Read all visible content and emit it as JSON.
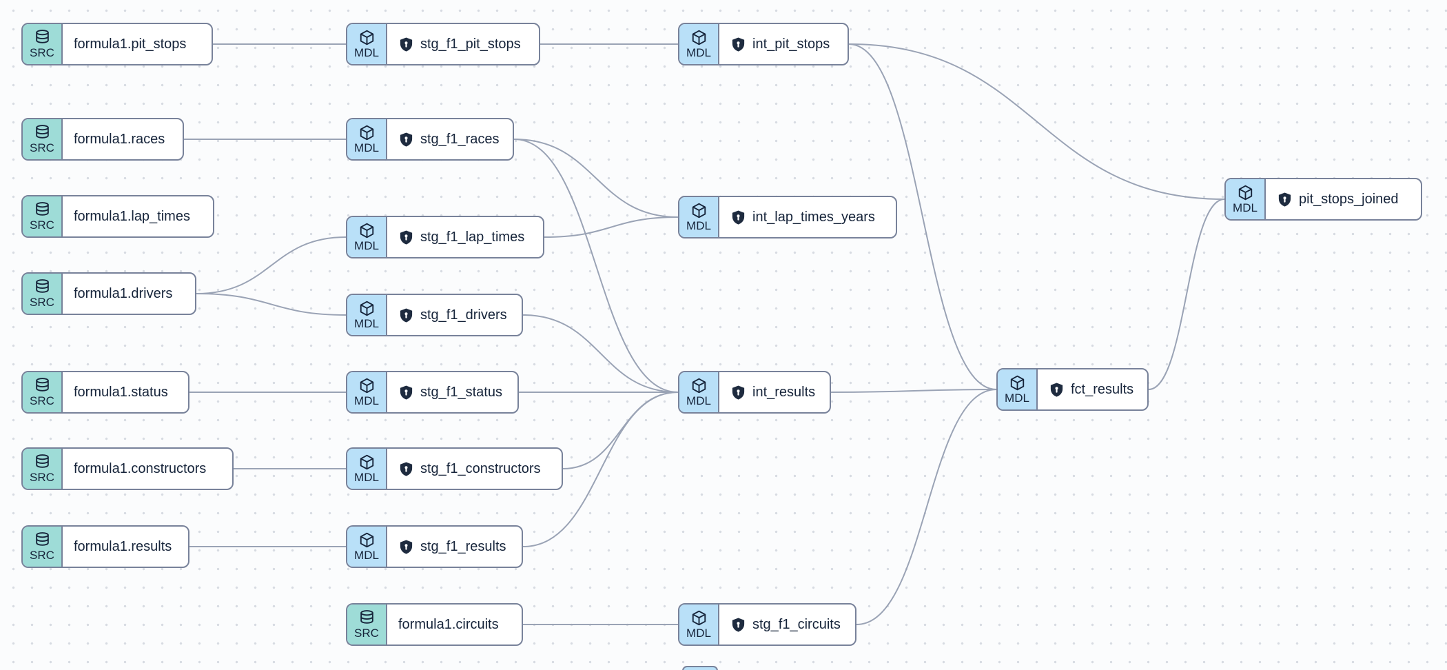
{
  "badge_labels": {
    "source": "SRC",
    "model": "MDL"
  },
  "colors": {
    "source_badge": "#9edcd7",
    "model_badge": "#b9e0f8",
    "node_border": "#78829a",
    "edge": "#9aa3b5",
    "text": "#16243a",
    "canvas_dot": "#d7dbe2"
  },
  "nodes": [
    {
      "id": "formula1.pit_stops",
      "label": "formula1.pit_stops",
      "type": "source"
    },
    {
      "id": "formula1.races",
      "label": "formula1.races",
      "type": "source"
    },
    {
      "id": "formula1.lap_times",
      "label": "formula1.lap_times",
      "type": "source"
    },
    {
      "id": "formula1.drivers",
      "label": "formula1.drivers",
      "type": "source"
    },
    {
      "id": "formula1.status",
      "label": "formula1.status",
      "type": "source"
    },
    {
      "id": "formula1.constructors",
      "label": "formula1.constructors",
      "type": "source"
    },
    {
      "id": "formula1.results",
      "label": "formula1.results",
      "type": "source"
    },
    {
      "id": "formula1.circuits",
      "label": "formula1.circuits",
      "type": "source"
    },
    {
      "id": "stg_f1_pit_stops",
      "label": "stg_f1_pit_stops",
      "type": "model"
    },
    {
      "id": "stg_f1_races",
      "label": "stg_f1_races",
      "type": "model"
    },
    {
      "id": "stg_f1_lap_times",
      "label": "stg_f1_lap_times",
      "type": "model"
    },
    {
      "id": "stg_f1_drivers",
      "label": "stg_f1_drivers",
      "type": "model"
    },
    {
      "id": "stg_f1_status",
      "label": "stg_f1_status",
      "type": "model"
    },
    {
      "id": "stg_f1_constructors",
      "label": "stg_f1_constructors",
      "type": "model"
    },
    {
      "id": "stg_f1_results",
      "label": "stg_f1_results",
      "type": "model"
    },
    {
      "id": "stg_f1_circuits",
      "label": "stg_f1_circuits",
      "type": "model"
    },
    {
      "id": "int_pit_stops",
      "label": "int_pit_stops",
      "type": "model"
    },
    {
      "id": "int_lap_times_years",
      "label": "int_lap_times_years",
      "type": "model"
    },
    {
      "id": "int_results",
      "label": "int_results",
      "type": "model"
    },
    {
      "id": "fct_results",
      "label": "fct_results",
      "type": "model"
    },
    {
      "id": "pit_stops_joined",
      "label": "pit_stops_joined",
      "type": "model"
    }
  ],
  "edges": [
    {
      "from": "formula1.pit_stops",
      "to": "stg_f1_pit_stops"
    },
    {
      "from": "stg_f1_pit_stops",
      "to": "int_pit_stops"
    },
    {
      "from": "formula1.races",
      "to": "stg_f1_races"
    },
    {
      "from": "stg_f1_races",
      "to": "int_lap_times_years"
    },
    {
      "from": "stg_f1_races",
      "to": "int_results"
    },
    {
      "from": "formula1.drivers",
      "to": "stg_f1_lap_times"
    },
    {
      "from": "formula1.drivers",
      "to": "stg_f1_drivers"
    },
    {
      "from": "stg_f1_lap_times",
      "to": "int_lap_times_years"
    },
    {
      "from": "stg_f1_drivers",
      "to": "int_results"
    },
    {
      "from": "formula1.status",
      "to": "stg_f1_status"
    },
    {
      "from": "stg_f1_status",
      "to": "int_results"
    },
    {
      "from": "formula1.constructors",
      "to": "stg_f1_constructors"
    },
    {
      "from": "stg_f1_constructors",
      "to": "int_results"
    },
    {
      "from": "formula1.results",
      "to": "stg_f1_results"
    },
    {
      "from": "stg_f1_results",
      "to": "int_results"
    },
    {
      "from": "formula1.circuits",
      "to": "stg_f1_circuits"
    },
    {
      "from": "stg_f1_circuits",
      "to": "fct_results"
    },
    {
      "from": "int_results",
      "to": "fct_results"
    },
    {
      "from": "int_pit_stops",
      "to": "pit_stops_joined"
    },
    {
      "from": "int_pit_stops",
      "to": "fct_results"
    },
    {
      "from": "fct_results",
      "to": "pit_stops_joined"
    }
  ]
}
